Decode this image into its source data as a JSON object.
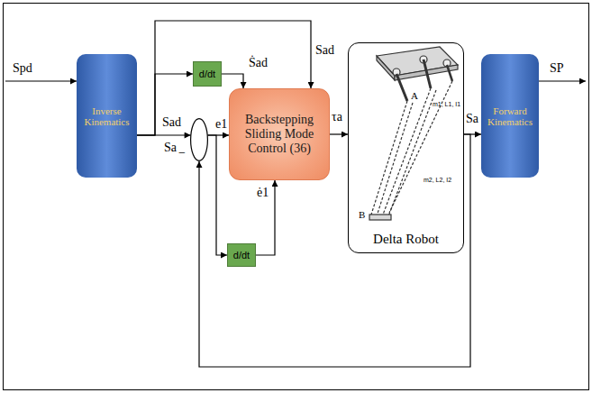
{
  "diagram": {
    "nodes": [
      {
        "text": [
          "Inverse Kinematics"
        ]
      },
      {
        "text": [
          "d/dt"
        ]
      },
      {
        "text": [
          "−"
        ]
      },
      {
        "text": [
          "Backstepping Sliding Mode Control (36)"
        ]
      },
      {
        "text": [
          "d/dt"
        ]
      },
      {
        "text": [
          "Delta Robot"
        ]
      },
      {
        "text": [
          "Forward Kinematics"
        ]
      }
    ],
    "edges": [
      {
        "from": 0,
        "to": 2,
        "arrow": "to",
        "label": "Sad"
      },
      {
        "from": 0,
        "to": 1,
        "arrow": "to"
      },
      {
        "from": 0,
        "to": 3,
        "arrow": "to",
        "label": "Sad"
      },
      {
        "from": 1,
        "to": 3,
        "arrow": "to",
        "label": "Ṡad"
      },
      {
        "from": 2,
        "to": 3,
        "arrow": "to",
        "label": "e1"
      },
      {
        "from": 2,
        "to": 4,
        "arrow": "to"
      },
      {
        "from": 4,
        "to": 3,
        "arrow": "to",
        "label": "ė1"
      },
      {
        "from": 3,
        "to": 5,
        "arrow": "to",
        "label": "τa"
      },
      {
        "from": 5,
        "to": 6,
        "arrow": "to",
        "label": "Sa"
      },
      {
        "from": 5,
        "to": 2,
        "arrow": "to",
        "label": "Sa"
      }
    ],
    "labels": [
      "Spd",
      "SP",
      "A",
      "B",
      "m1, L1, I1",
      "m2, L2, I2"
    ]
  }
}
